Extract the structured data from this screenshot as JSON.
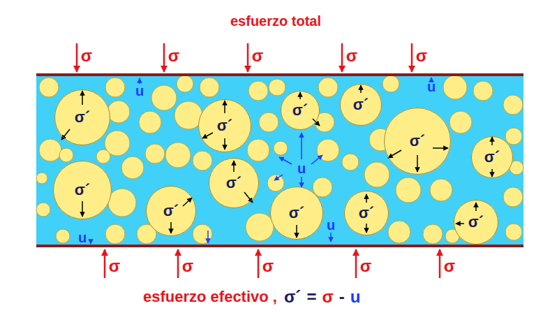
{
  "diagram": {
    "title": "esfuerzo total",
    "caption": "esfuerzo efectivo ,",
    "nodes": [
      {
        "text": [
          "σ´"
        ]
      },
      {
        "text": [
          "σ´"
        ]
      },
      {
        "text": [
          "σ´"
        ]
      },
      {
        "text": [
          "σ´"
        ]
      },
      {
        "text": [
          "σ´"
        ]
      },
      {
        "text": [
          "σ´"
        ]
      },
      {
        "text": [
          "σ´"
        ]
      },
      {
        "text": [
          "σ´"
        ]
      },
      {
        "text": [
          "σ´"
        ]
      },
      {
        "text": [
          "σ´"
        ]
      },
      {
        "text": [
          "σ´"
        ]
      },
      {
        "text": [
          "σ´"
        ]
      }
    ],
    "labels": [
      "σ",
      "σ",
      "σ",
      "σ",
      "σ",
      "u",
      "u",
      "u",
      "u",
      "u",
      "σ",
      "σ",
      "σ",
      "σ",
      "σ",
      "σ´",
      "=",
      "σ",
      "-",
      "u"
    ]
  }
}
